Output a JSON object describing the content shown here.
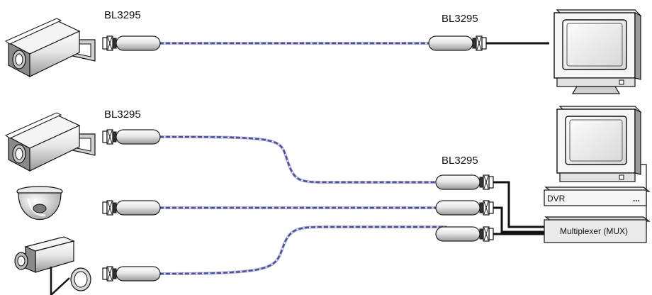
{
  "diagram": {
    "balun_labels": {
      "cam1_tx": "BL3295",
      "monitor_rx": "BL3295",
      "cam2_tx": "BL3295",
      "dvr_rx": "BL3295"
    },
    "dvr_label": "DVR",
    "dvr_dots": "...",
    "mux_label": "Multiplexer (MUX)"
  },
  "colors": {
    "cable_primary": "#4a4ea8",
    "cable_secondary": "#b8b8c8",
    "balun_fill": "#e8e8e8",
    "line": "#111111"
  },
  "icons": [
    "security-camera-icon",
    "dome-camera-icon",
    "box-camera-icon",
    "crt-monitor-icon",
    "bnc-connector-icon",
    "video-balun-icon"
  ]
}
